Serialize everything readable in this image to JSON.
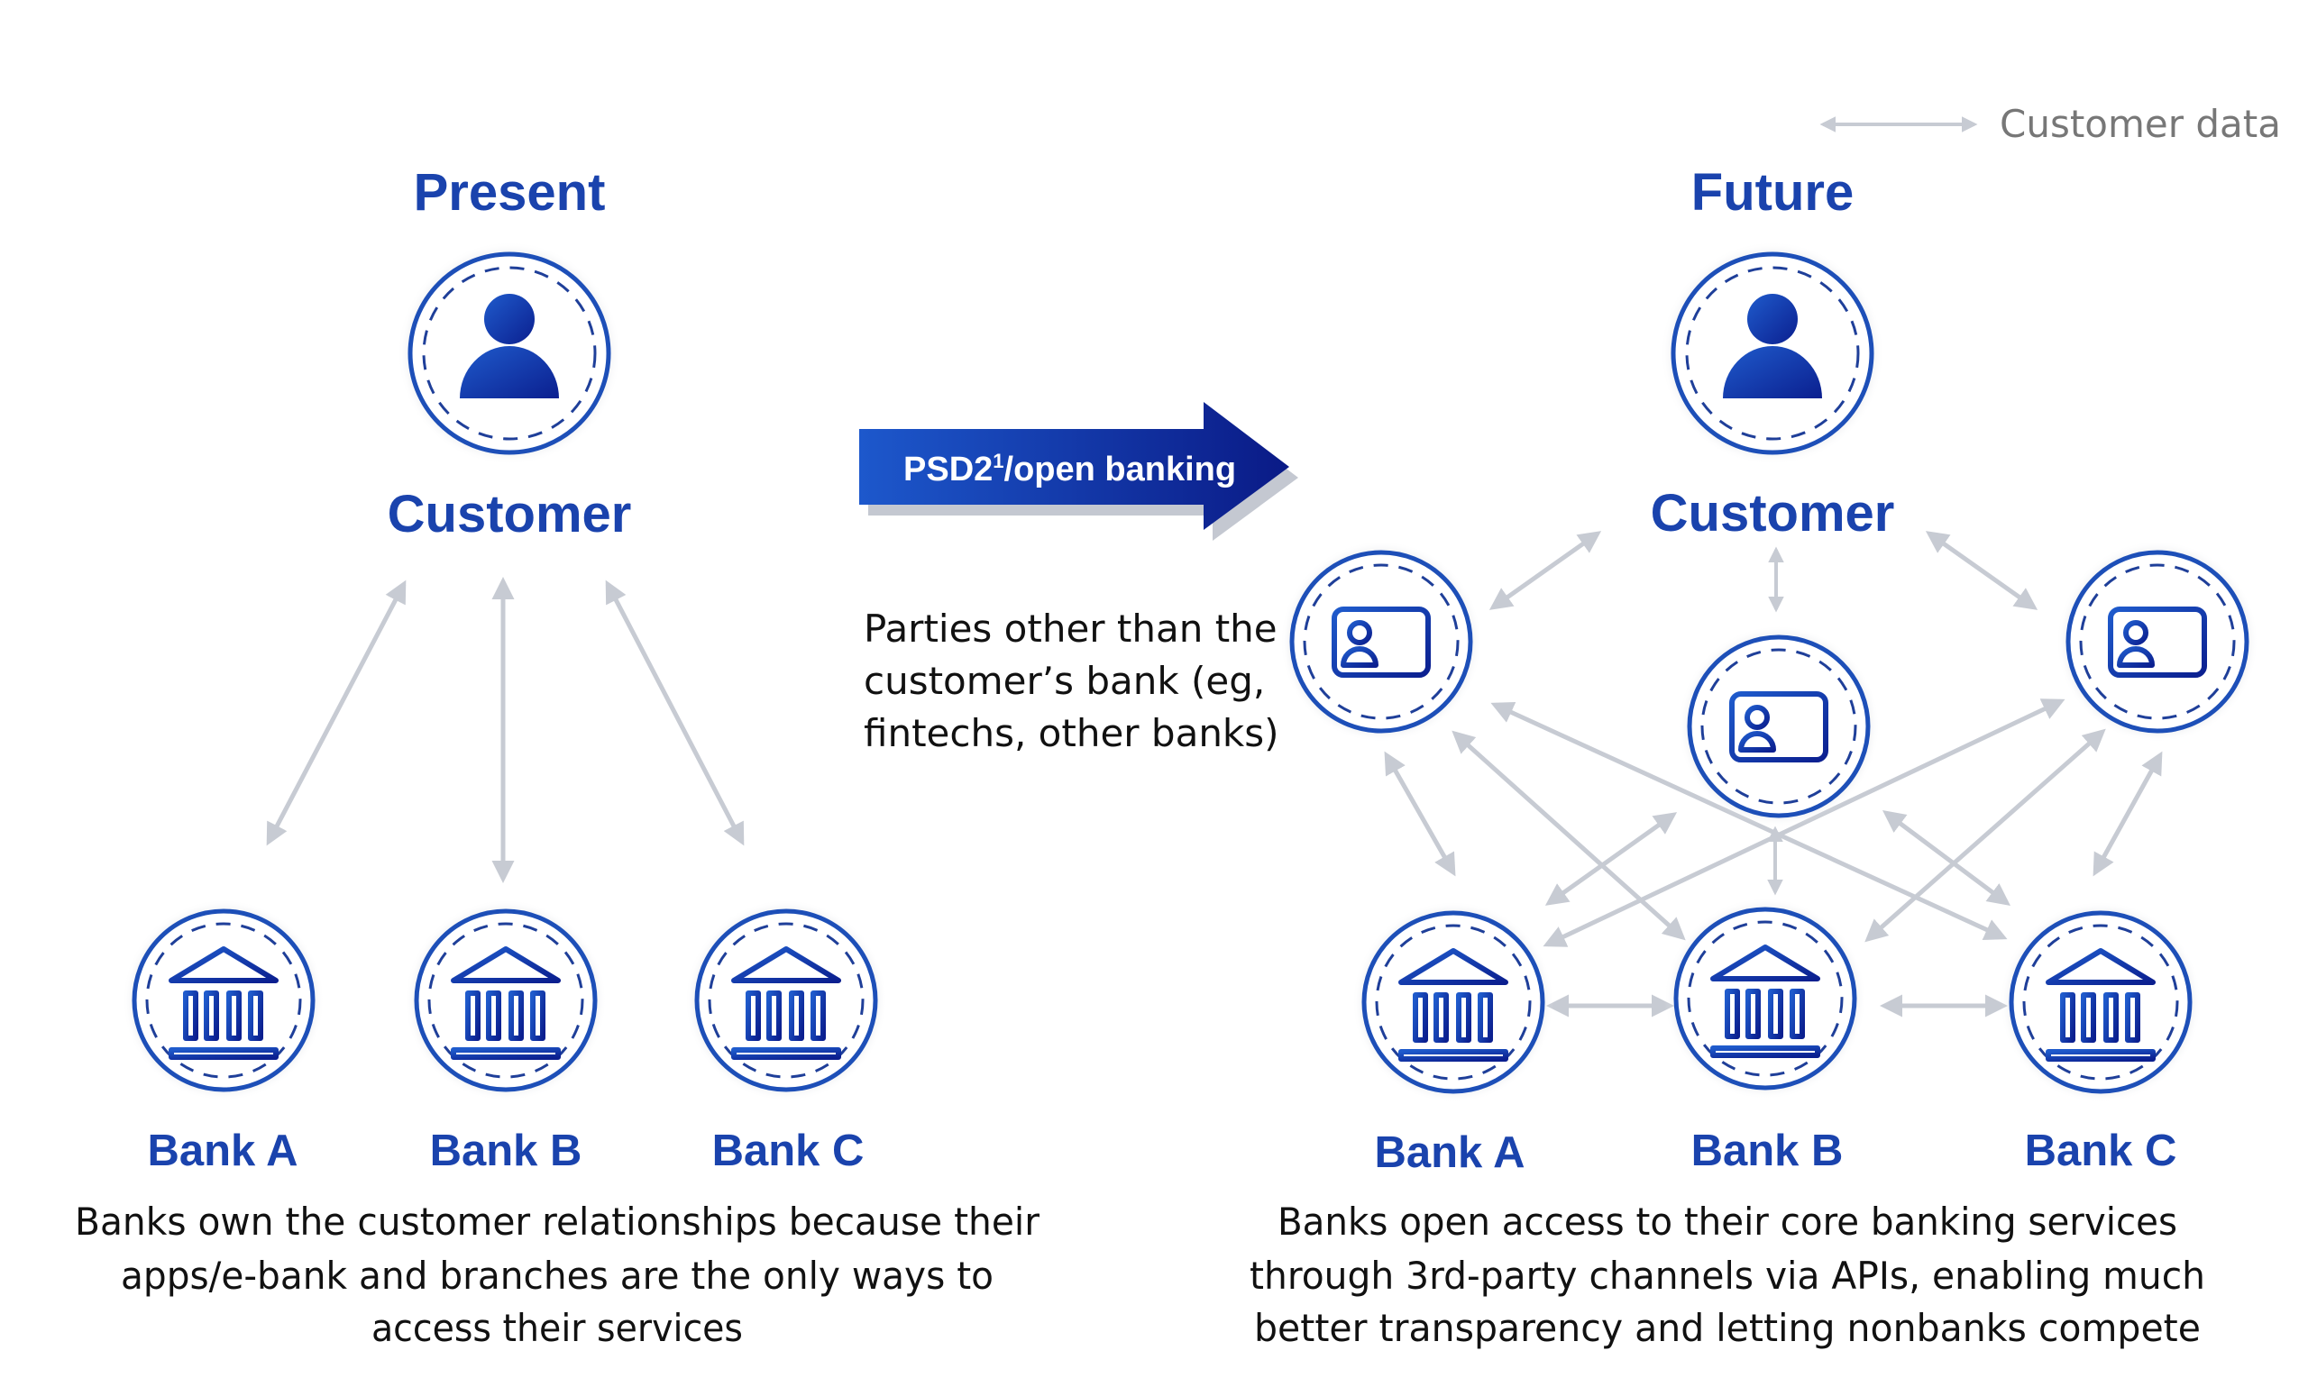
{
  "legend": {
    "label": "Customer data",
    "icon": "double-headed-arrow-icon"
  },
  "present": {
    "title": "Present",
    "customer_label": "Customer",
    "customer_icon": "person-icon",
    "banks": [
      {
        "label": "Bank A",
        "icon": "bank-building-icon"
      },
      {
        "label": "Bank B",
        "icon": "bank-building-icon"
      },
      {
        "label": "Bank C",
        "icon": "bank-building-icon"
      }
    ],
    "description": [
      "Banks own the customer relationships because their",
      "apps/e-bank and branches are the only ways to",
      "access their services"
    ]
  },
  "transition": {
    "label_main": "PSD2",
    "label_superscript": "1",
    "label_rest": "/open banking",
    "third_party_note": [
      "Parties other than the",
      "customer’s bank (eg,",
      "fintechs, other banks)"
    ]
  },
  "future": {
    "title": "Future",
    "customer_label": "Customer",
    "customer_icon": "person-icon",
    "third_parties": [
      {
        "icon": "id-card-icon"
      },
      {
        "icon": "id-card-icon"
      },
      {
        "icon": "id-card-icon"
      }
    ],
    "banks": [
      {
        "label": "Bank A",
        "icon": "bank-building-icon"
      },
      {
        "label": "Bank B",
        "icon": "bank-building-icon"
      },
      {
        "label": "Bank C",
        "icon": "bank-building-icon"
      }
    ],
    "description": [
      "Banks open access to their core banking services",
      "through 3rd-party channels via APIs, enabling much",
      "better transparency and letting nonbanks compete"
    ]
  },
  "colors": {
    "brand_blue": "#1a43ad",
    "arrow_gray": "#c7cbd3",
    "legend_text": "#777777",
    "banner_start": "#1d55c8",
    "banner_end": "#0a1a8a"
  }
}
